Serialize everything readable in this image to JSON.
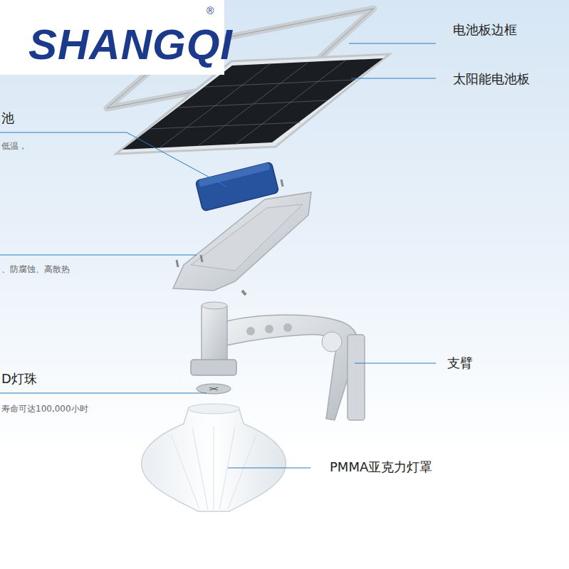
{
  "diagram": {
    "labels": [
      "SHANGQI",
      "®",
      "电池板边框",
      "太阳能电池板",
      "池",
      "低温，",
      "、防腐蚀、高散热",
      "D灯珠",
      "寿命可达100,000小时",
      "支臂",
      "PMMA亚克力灯罩"
    ]
  }
}
